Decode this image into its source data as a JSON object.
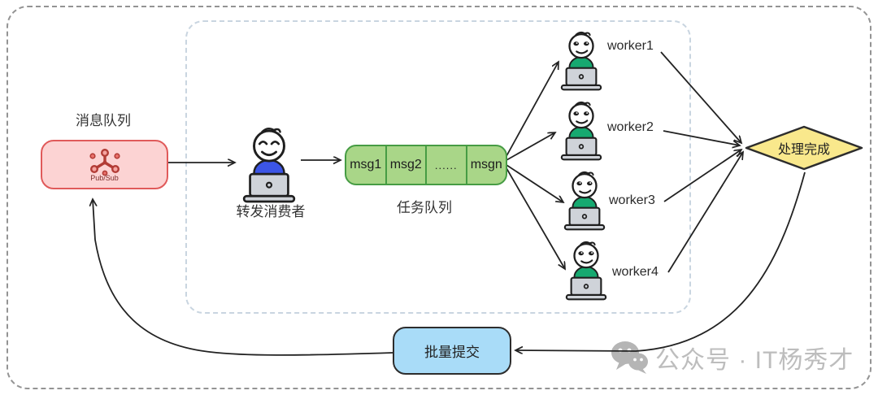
{
  "message_queue": {
    "label": "消息队列",
    "icon_caption": "Pub/Sub"
  },
  "consumer": {
    "label": "转发消费者"
  },
  "task_queue": {
    "label": "任务队列",
    "cells": [
      "msg1",
      "msg2",
      "......",
      "msgn"
    ]
  },
  "workers": [
    {
      "label": "worker1"
    },
    {
      "label": "worker2"
    },
    {
      "label": "worker3"
    },
    {
      "label": "worker4"
    }
  ],
  "result": {
    "label": "处理完成"
  },
  "batch_commit": {
    "label": "批量提交"
  },
  "watermark": {
    "text": "公众号 · IT杨秀才"
  },
  "colors": {
    "message_queue_fill": "#fcd3d3",
    "message_queue_border": "#e05a5a",
    "task_queue_fill": "#a9d688",
    "task_queue_border": "#469c44",
    "result_diamond_fill": "#f9e88c",
    "result_diamond_border": "#2d2d2d",
    "batch_fill": "#a9dcf8",
    "consumer_shirt": "#3c55e6",
    "worker_shirt": "#16a970",
    "arrow": "#222222",
    "outer_frame_dash": "#949494",
    "inner_frame_dash": "#c9d5e0",
    "watermark_gray": "#bdbdbd"
  }
}
